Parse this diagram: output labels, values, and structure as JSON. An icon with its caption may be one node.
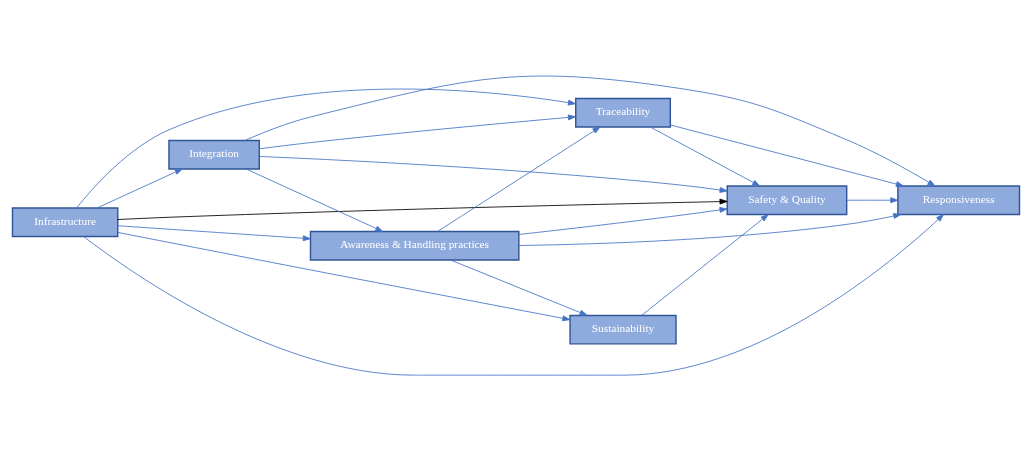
{
  "diagram": {
    "nodes": [
      {
        "text": [
          "Infrastructure"
        ]
      },
      {
        "text": [
          "Safety & Quality"
        ]
      },
      {
        "text": [
          "Integration"
        ]
      },
      {
        "text": [
          "Responsiveness"
        ]
      },
      {
        "text": [
          "Sustainability"
        ]
      },
      {
        "text": [
          "Traceability"
        ]
      },
      {
        "text": [
          "Awareness & Handling practices"
        ]
      }
    ],
    "edges": [
      {
        "from": 0,
        "to": 1,
        "arrow": "to",
        "color": "#000000"
      },
      {
        "from": 0,
        "to": 2,
        "arrow": "to"
      },
      {
        "from": 0,
        "to": 3,
        "arrow": "to"
      },
      {
        "from": 0,
        "to": 4,
        "arrow": "to"
      },
      {
        "from": 0,
        "to": 5,
        "arrow": "to"
      },
      {
        "from": 0,
        "to": 6,
        "arrow": "to"
      },
      {
        "from": 2,
        "to": 1,
        "arrow": "to"
      },
      {
        "from": 2,
        "to": 5,
        "arrow": "to"
      },
      {
        "from": 2,
        "to": 3,
        "arrow": "to"
      },
      {
        "from": 2,
        "to": 6,
        "arrow": "to"
      },
      {
        "from": 4,
        "to": 1,
        "arrow": "to"
      },
      {
        "from": 5,
        "to": 1,
        "arrow": "to"
      },
      {
        "from": 5,
        "to": 3,
        "arrow": "to"
      },
      {
        "from": 1,
        "to": 3,
        "arrow": "to"
      },
      {
        "from": 6,
        "to": 1,
        "arrow": "to"
      },
      {
        "from": 6,
        "to": 3,
        "arrow": "to"
      },
      {
        "from": 6,
        "to": 4,
        "arrow": "to"
      },
      {
        "from": 6,
        "to": 5,
        "arrow": "to"
      }
    ]
  }
}
